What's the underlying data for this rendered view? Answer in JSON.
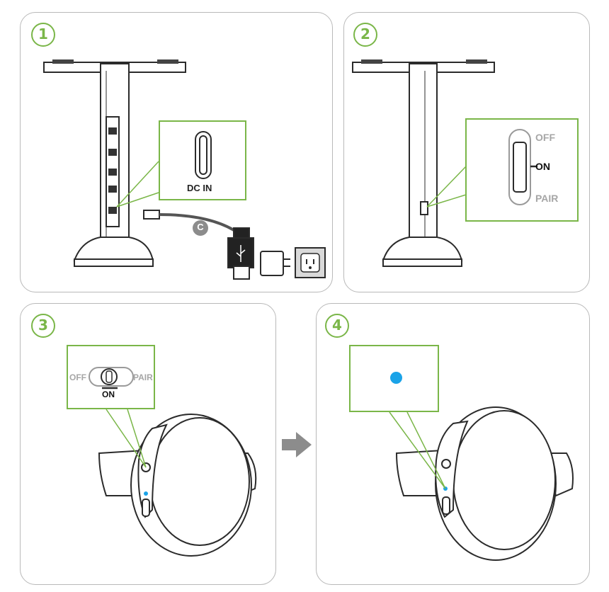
{
  "steps": [
    {
      "number": "1",
      "callout": {
        "label": "DC IN"
      },
      "cable_label": "C"
    },
    {
      "number": "2",
      "switch": {
        "off": "OFF",
        "on": "ON",
        "pair": "PAIR"
      }
    },
    {
      "number": "3",
      "switch": {
        "off": "OFF",
        "on": "ON",
        "pair": "PAIR"
      }
    },
    {
      "number": "4",
      "indicator_color": "#1aa3e8"
    }
  ],
  "colors": {
    "accent": "#7ab648",
    "outline": "#2b2b2b",
    "led": "#1aa3e8",
    "arrow": "#8c8c8c"
  },
  "icons": [
    "usb-icon",
    "wall-adapter-icon",
    "power-outlet-icon",
    "right-arrow-icon",
    "led-indicator-icon"
  ]
}
